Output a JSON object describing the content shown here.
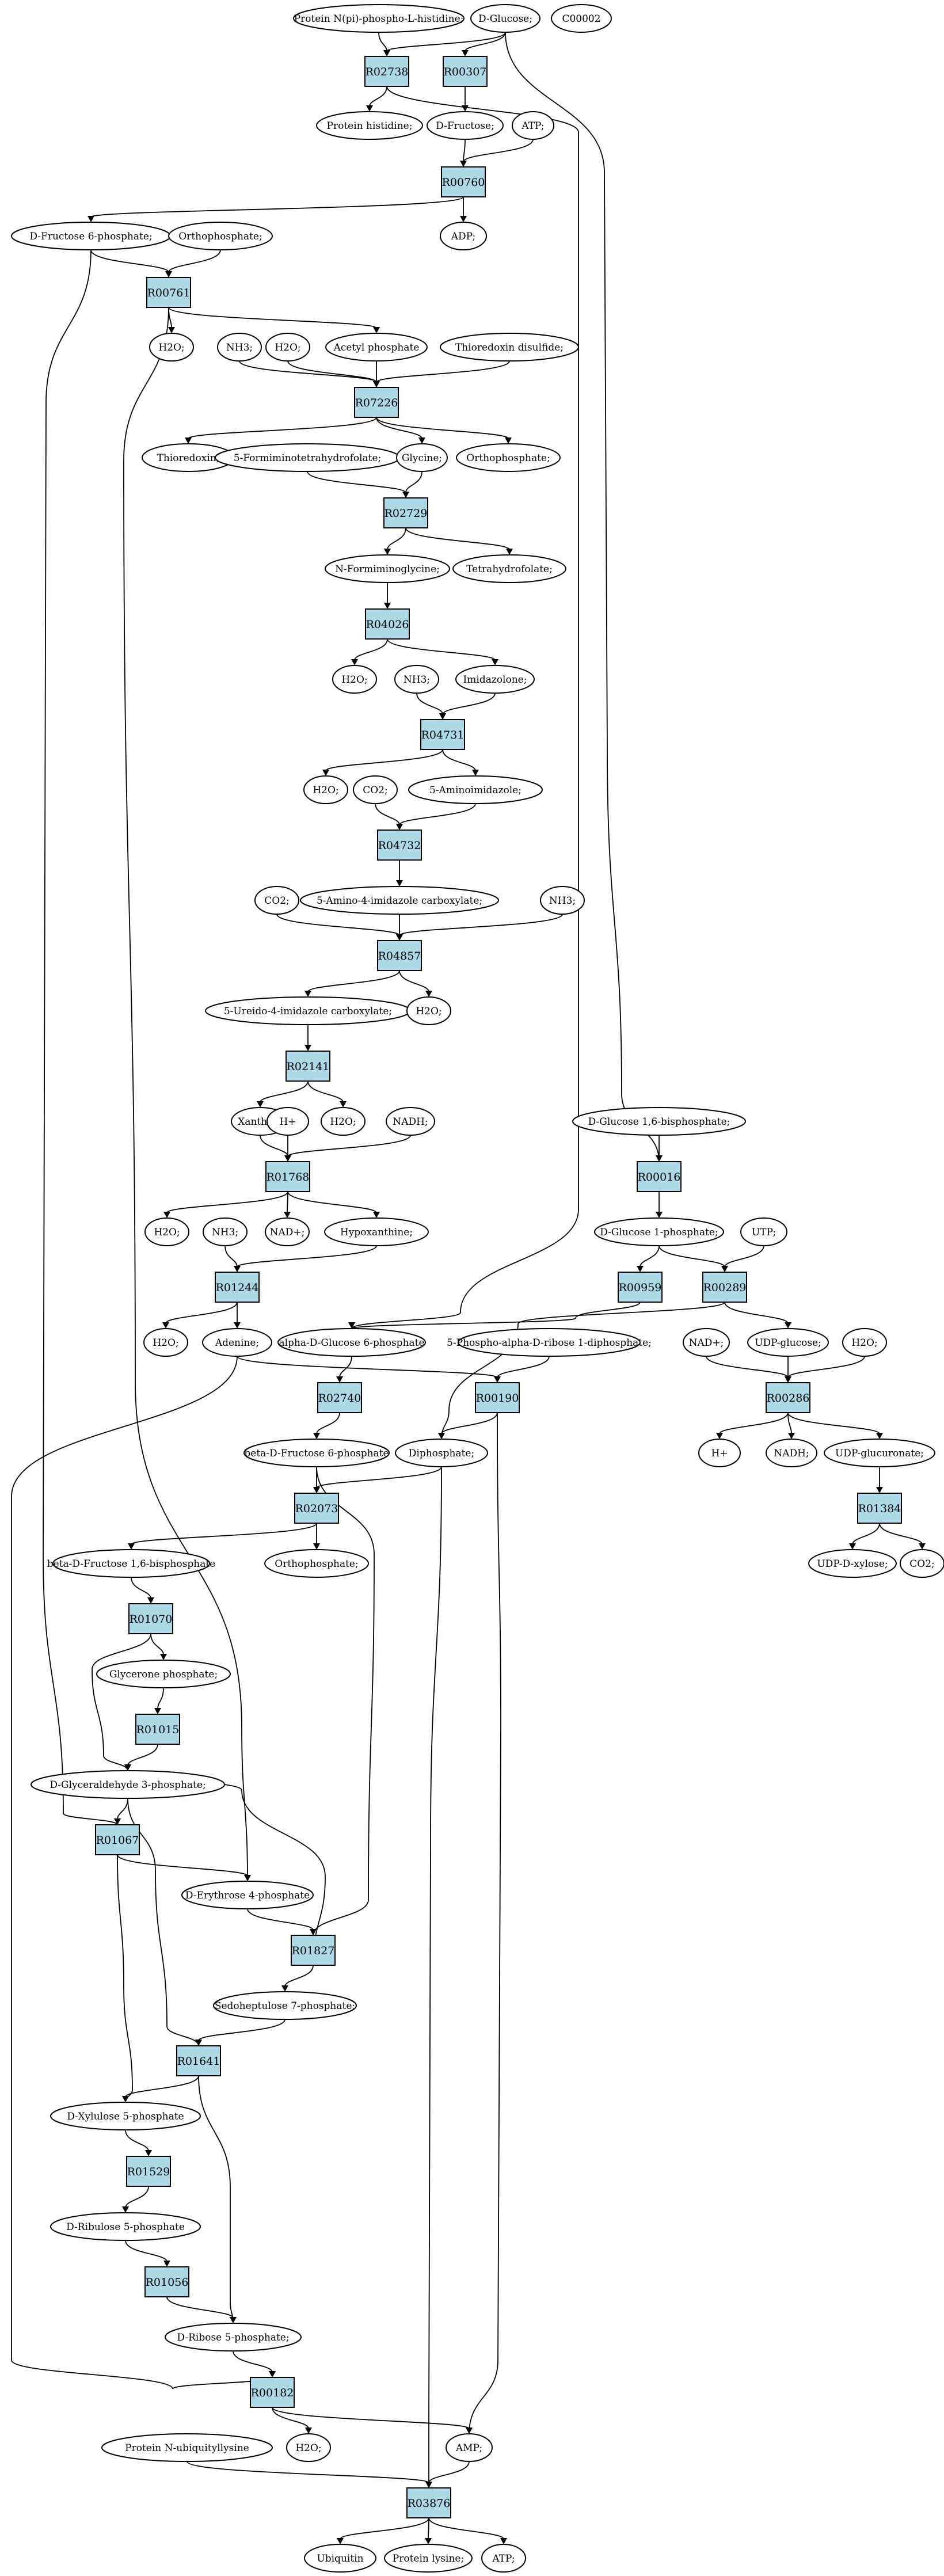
{
  "colors": {
    "reaction_fill": "#add8e6",
    "source_fill": "#00ee00",
    "marker_fill": "#ffff00",
    "node_stroke": "#000000",
    "background": "#ffffff"
  },
  "metabolites": {
    "protein_nphos_his": "Protein N(pi)-phospho-L-histidine;",
    "d_glucose": "D-Glucose;",
    "c00002": "C00002",
    "protein_histidine": "Protein histidine;",
    "d_fructose": "D-Fructose;",
    "atp_1": "ATP;",
    "adp": "ADP;",
    "d_fructose_6p": "D-Fructose 6-phosphate;",
    "orthophosphate_1": "Orthophosphate;",
    "h2o_1": "H2O;",
    "nh3_1": "NH3;",
    "h2o_2": "H2O;",
    "acetyl_phosphate": "Acetyl phosphate",
    "thioredoxin_disulfide": "Thioredoxin disulfide;",
    "thioredoxin": "Thioredoxin;",
    "formiminothf": "5-Formiminotetrahydrofolate;",
    "glycine": "Glycine;",
    "orthophosphate_2": "Orthophosphate;",
    "n_formiminoglycine": "N-Formiminoglycine;",
    "tetrahydrofolate": "Tetrahydrofolate;",
    "h2o_3": "H2O;",
    "nh3_2": "NH3;",
    "imidazolone": "Imidazolone;",
    "h2o_4": "H2O;",
    "co2_1": "CO2;",
    "aminoimidazole": "5-Aminoimidazole;",
    "co2_2": "CO2;",
    "amino_imidazole_carboxylate": "5-Amino-4-imidazole carboxylate;",
    "nh3_3": "NH3;",
    "ureido_imidazole_carboxylate": "5-Ureido-4-imidazole carboxylate;",
    "h2o_5": "H2O;",
    "xanthine": "Xanthine",
    "h_plus_1": "H+",
    "h2o_6": "H2O;",
    "nadh_1": "NADH;",
    "d_glucose_16bp": "D-Glucose 1,6-bisphosphate;",
    "h2o_7": "H2O;",
    "nh3_4": "NH3;",
    "nad_1": "NAD+;",
    "hypoxanthine": "Hypoxanthine;",
    "d_glucose_1p": "D-Glucose 1-phosphate;",
    "utp": "UTP;",
    "h2o_8": "H2O;",
    "adenine": "Adenine;",
    "alpha_d_glucose_6p": "alpha-D-Glucose 6-phosphate",
    "prpp": "5-Phospho-alpha-D-ribose 1-diphosphate;",
    "nad_2": "NAD+;",
    "udp_glucose": "UDP-glucose;",
    "h2o_9": "H2O;",
    "beta_d_fructose_6p": "beta-D-Fructose 6-phosphate",
    "diphosphate": "Diphosphate;",
    "h_plus_2": "H+",
    "nadh_2": "NADH;",
    "udp_glucuronate": "UDP-glucuronate;",
    "beta_d_fructose_16bp": "beta-D-Fructose 1,6-bisphosphate",
    "orthophosphate_3": "Orthophosphate;",
    "udp_d_xylose": "UDP-D-xylose;",
    "co2_3": "CO2;",
    "glycerone_phosphate": "Glycerone phosphate;",
    "d_glyceraldehyde_3p": "D-Glyceraldehyde 3-phosphate;",
    "d_erythrose_4p": "D-Erythrose 4-phosphate",
    "sedoheptulose_7p": "Sedoheptulose 7-phosphate;",
    "d_xylulose_5p": "D-Xylulose 5-phosphate",
    "d_ribulose_5p": "D-Ribulose 5-phosphate",
    "d_ribose_5p": "D-Ribose 5-phosphate;",
    "h2o_10": "H2O;",
    "amp": "AMP;",
    "protein_n_ubiquityllysine": "Protein N-ubiquityllysine",
    "ubiquitin": "Ubiquitin",
    "protein_lysine": "Protein lysine;",
    "atp_2": "ATP;"
  },
  "reactions": {
    "R02738": "R02738",
    "R00307": "R00307",
    "R00760": "R00760",
    "R00761": "R00761",
    "R07226": "R07226",
    "R02729": "R02729",
    "R04026": "R04026",
    "R04731": "R04731",
    "R04732": "R04732",
    "R04857": "R04857",
    "R02141": "R02141",
    "R01768": "R01768",
    "R00016": "R00016",
    "R01244": "R01244",
    "R00959": "R00959",
    "R00289": "R00289",
    "R02740": "R02740",
    "R00190": "R00190",
    "R00286": "R00286",
    "R02073": "R02073",
    "R01384": "R01384",
    "R01070": "R01070",
    "R01015": "R01015",
    "R01067": "R01067",
    "R01827": "R01827",
    "R01641": "R01641",
    "R01529": "R01529",
    "R01056": "R01056",
    "R00182": "R00182",
    "R03876": "R03876"
  }
}
